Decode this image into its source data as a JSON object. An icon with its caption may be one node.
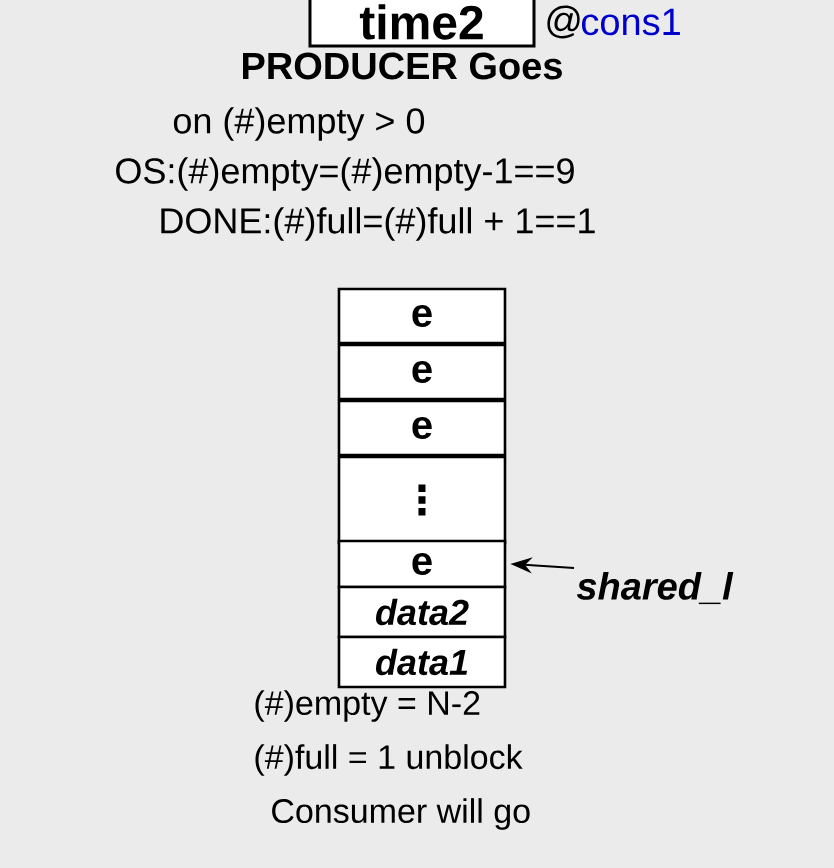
{
  "diagram": {
    "nodes": [
      {
        "text": [
          "time2"
        ]
      },
      {
        "text": [
          "e"
        ]
      },
      {
        "text": [
          "e"
        ]
      },
      {
        "text": [
          "e"
        ]
      },
      {
        "text": [
          "⋮"
        ]
      },
      {
        "text": [
          "e"
        ]
      },
      {
        "text": [
          "data2"
        ]
      },
      {
        "text": [
          "data1"
        ]
      },
      {
        "text": [
          "shared_l"
        ]
      }
    ],
    "edges": [
      {
        "from": 8,
        "to": 5,
        "arrow": "to"
      }
    ],
    "labels": [
      "@",
      "cons1",
      "PRODUCER Goes",
      "on (#)empty > 0",
      "OS:(#)empty=(#)empty-1==9",
      "DONE:(#)full=(#)full + 1==1",
      "(#)empty = N-2",
      "(#)full = 1 unblock",
      "Consumer will go"
    ]
  }
}
